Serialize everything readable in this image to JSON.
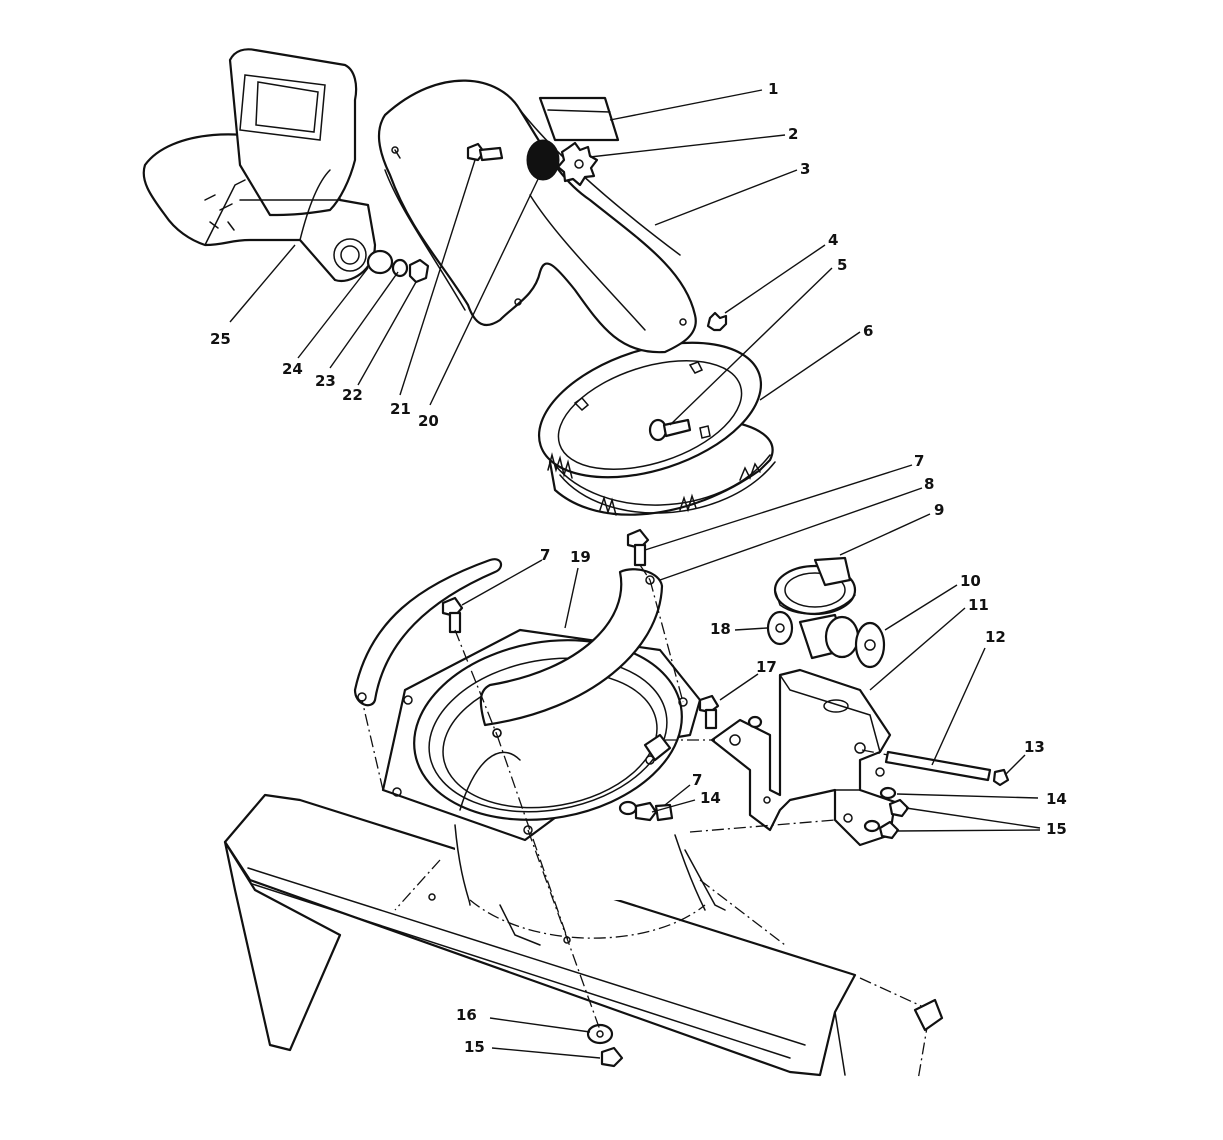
{
  "callouts": [
    {
      "id": "c1",
      "label": "1"
    },
    {
      "id": "c2",
      "label": "2"
    },
    {
      "id": "c3",
      "label": "3"
    },
    {
      "id": "c4",
      "label": "4"
    },
    {
      "id": "c5",
      "label": "5"
    },
    {
      "id": "c6",
      "label": "6"
    },
    {
      "id": "c7a",
      "label": "7"
    },
    {
      "id": "c8",
      "label": "8"
    },
    {
      "id": "c9",
      "label": "9"
    },
    {
      "id": "c7b",
      "label": "7"
    },
    {
      "id": "c19",
      "label": "19"
    },
    {
      "id": "c10",
      "label": "10"
    },
    {
      "id": "c11",
      "label": "11"
    },
    {
      "id": "c12",
      "label": "12"
    },
    {
      "id": "c18",
      "label": "18"
    },
    {
      "id": "c17",
      "label": "17"
    },
    {
      "id": "c13",
      "label": "13"
    },
    {
      "id": "c7c",
      "label": "7"
    },
    {
      "id": "c14a",
      "label": "14"
    },
    {
      "id": "c14b",
      "label": "14"
    },
    {
      "id": "c15a",
      "label": "15"
    },
    {
      "id": "c16",
      "label": "16"
    },
    {
      "id": "c15b",
      "label": "15"
    },
    {
      "id": "c25",
      "label": "25"
    },
    {
      "id": "c24",
      "label": "24"
    },
    {
      "id": "c23",
      "label": "23"
    },
    {
      "id": "c22",
      "label": "22"
    },
    {
      "id": "c21",
      "label": "21"
    },
    {
      "id": "c20",
      "label": "20"
    }
  ]
}
